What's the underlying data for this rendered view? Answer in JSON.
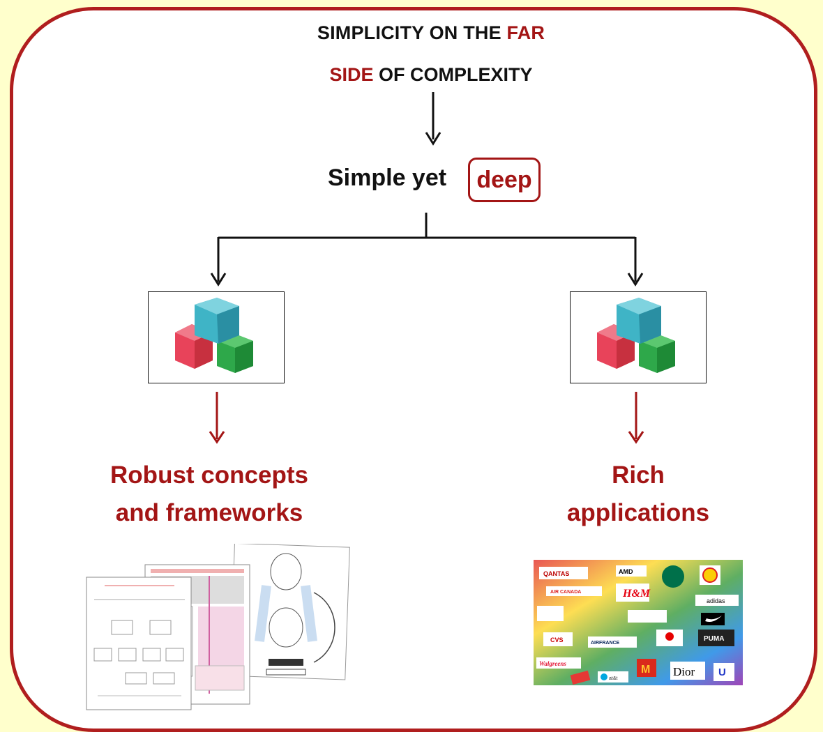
{
  "title": {
    "line1_dark": "SIMPLICITY ON THE ",
    "line1_red": "FAR",
    "line2_red": "SIDE",
    "line2_dark": " OF COMPLEXITY"
  },
  "middle": {
    "simple_text": "Simple yet",
    "deep_text": "deep"
  },
  "results": {
    "left": {
      "line1": "Robust concepts",
      "line2": "and frameworks"
    },
    "right": {
      "line1": "Rich",
      "line2": "applications"
    }
  },
  "logos": {
    "qantas": "QANTAS",
    "amd": "AMD",
    "air_canada": "AIR CANADA",
    "hm": "H&M",
    "adidas": "adidas",
    "cvs": "CVS",
    "airfrance": "AIRFRANCE",
    "puma": "PUMA",
    "walgreens": "Walgreens",
    "dior": "Dior",
    "att": "at&t"
  },
  "colors": {
    "accent_red": "#A31515",
    "frame_red": "#B01E1E",
    "background": "#FFFFCC",
    "cube_red": "#E8435A",
    "cube_teal": "#3FB4C6",
    "cube_green": "#2EA84A"
  }
}
